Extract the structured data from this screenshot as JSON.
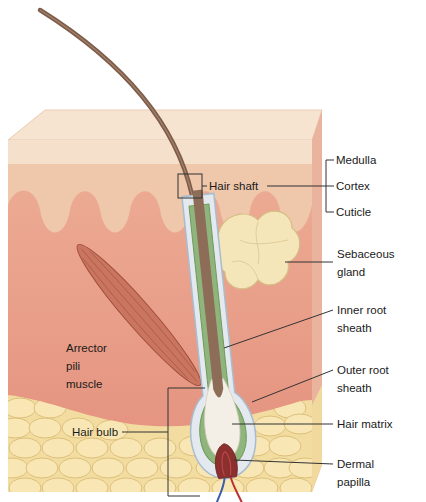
{
  "diagram": {
    "labels": [
      "Medulla",
      "Cortex",
      "Cuticle",
      "Hair shaft",
      "Sebaceous gland",
      "Inner root sheath",
      "Outer root sheath",
      "Hair matrix",
      "Dermal papilla",
      "Arrector pili muscle",
      "Hair bulb"
    ]
  }
}
